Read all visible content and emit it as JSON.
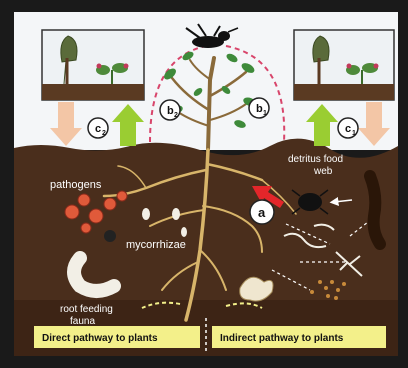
{
  "diagram": {
    "labels": {
      "b2": "b",
      "b2_sub": "2",
      "b1": "b",
      "b1_sub": "1",
      "c2": "c",
      "c2_sub": "2",
      "c1": "c",
      "c1_sub": "1",
      "a": "a",
      "pathogens": "pathogens",
      "detritus_line1": "detritus food",
      "detritus_line2": "web",
      "mycorrhizae": "mycorrhizae",
      "root_feeding_line1": "root feeding",
      "root_feeding_line2": "fauna",
      "direct_pathway": "Direct pathway to plants",
      "indirect_pathway": "Indirect pathway to plants"
    },
    "colors": {
      "sky": "#f4f6f8",
      "soil": "#4a2e1c",
      "pathway_box": "#f3f08a",
      "arrow_up": "#9acd32",
      "arrow_down": "#f3c6a6",
      "dashed_arc": "#d8456b",
      "pathogen": "#e05a3a",
      "red_arrow": "#e3262a"
    }
  }
}
